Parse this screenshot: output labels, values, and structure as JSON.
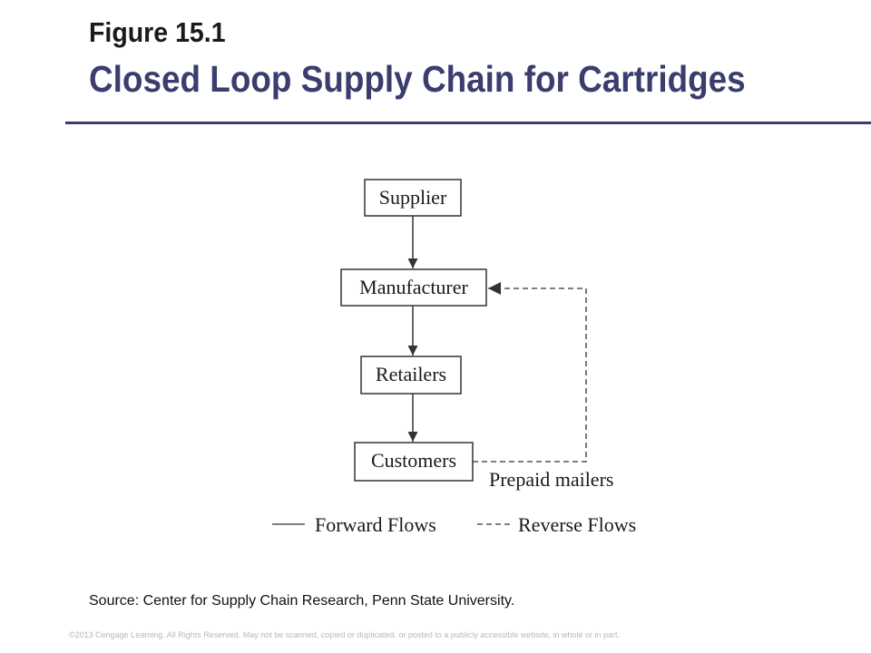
{
  "header": {
    "figure_label": "Figure 15.1",
    "title": "Closed Loop Supply Chain for Cartridges"
  },
  "diagram": {
    "nodes": [
      {
        "id": "supplier",
        "label": "Supplier"
      },
      {
        "id": "manufacturer",
        "label": "Manufacturer"
      },
      {
        "id": "retailers",
        "label": "Retailers"
      },
      {
        "id": "customers",
        "label": "Customers"
      }
    ],
    "edges": [
      {
        "from": "supplier",
        "to": "manufacturer",
        "style": "solid"
      },
      {
        "from": "manufacturer",
        "to": "retailers",
        "style": "solid"
      },
      {
        "from": "retailers",
        "to": "customers",
        "style": "solid"
      },
      {
        "from": "customers",
        "to": "manufacturer",
        "style": "dashed",
        "label": "Prepaid mailers"
      }
    ],
    "legend": {
      "forward": "Forward Flows",
      "reverse": "Reverse Flows"
    }
  },
  "footer": {
    "source": "Source: Center for Supply Chain Research, Penn State University.",
    "copyright": "©2013 Cengage Learning. All Rights Reserved. May not be scanned, copied or duplicated, or posted to a publicly accessible website, in whole or in part."
  },
  "colors": {
    "title": "#3b3d6e",
    "rule": "#3b3d6e",
    "diagram_stroke": "#333333"
  }
}
